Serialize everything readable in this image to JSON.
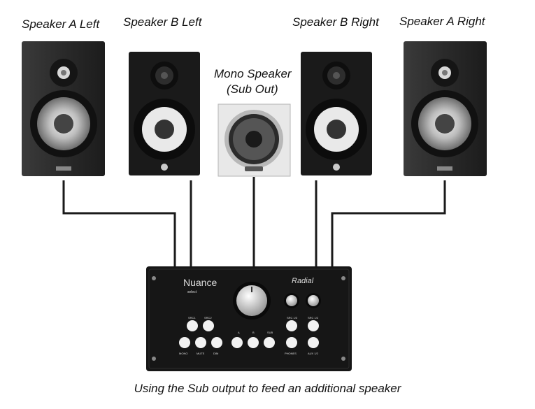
{
  "labels": {
    "speaker_a_left": "Speaker A Left",
    "speaker_b_left": "Speaker B Left",
    "speaker_b_right": "Speaker B Right",
    "speaker_a_right": "Speaker A Right",
    "mono_line1": "Mono Speaker",
    "mono_line2": "(Sub Out)"
  },
  "device": {
    "brand_left": "Nuance",
    "brand_left_sub": "select",
    "brand_right": "Radial",
    "row1_left": [
      "SRC1",
      "SRC2"
    ],
    "row1_right": [
      "SRC 1/3",
      "SRC 1/2"
    ],
    "row2_left": [
      "MONO",
      "MUTE",
      "DIM"
    ],
    "row2_mid": [
      "A",
      "B",
      "SUB"
    ],
    "row2_right": [
      "PHONES",
      "AUX 1/2"
    ]
  },
  "caption": "Using the Sub output to feed an additional speaker"
}
